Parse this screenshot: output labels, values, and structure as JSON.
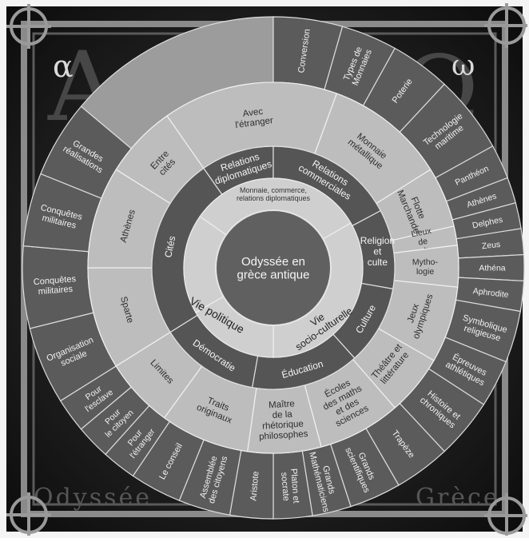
{
  "decor": {
    "alpha": "α",
    "omega": "ω",
    "alpha_big": "A",
    "omega_big": "Ω",
    "bottom_left": "Odyssée",
    "bottom_right": "Grèce"
  },
  "center": {
    "title": "Odyssée en grèce antique",
    "lines": [
      "Odyssée en",
      "grèce antique"
    ]
  },
  "ring2": {
    "left": "Vie politique",
    "right_lines": [
      "Vie",
      "socio-culturelle"
    ],
    "top_lines": [
      "Monnaie, commerce,",
      "relations diplomatiques"
    ]
  },
  "ring3": [
    {
      "lines": [
        "Relations",
        "diplomatiques"
      ]
    },
    {
      "lines": [
        "Relations",
        "commerciales"
      ]
    },
    {
      "lines": [
        "Religion",
        "et",
        "culte"
      ]
    },
    {
      "lines": [
        "Culture"
      ]
    },
    {
      "lines": [
        "Éducation"
      ]
    },
    {
      "lines": [
        "Démocratie"
      ]
    },
    {
      "lines": [
        "Cités"
      ]
    }
  ],
  "ring4": [
    {
      "lines": [
        "Avec",
        "l'étranger"
      ]
    },
    {
      "lines": [
        "Monnaie",
        "métallique"
      ]
    },
    {
      "lines": [
        "Flotte",
        "Marchande"
      ]
    },
    {
      "lines": [
        "Lieux",
        "de",
        "culte"
      ]
    },
    {
      "lines": [
        "Mytho-",
        "logie"
      ]
    },
    {
      "lines": [
        "Jeux",
        "olympiques"
      ]
    },
    {
      "lines": [
        "Théâtre et",
        "littérature"
      ]
    },
    {
      "lines": [
        "Écoles",
        "des maths",
        "et des",
        "sciences"
      ]
    },
    {
      "lines": [
        "Maître",
        "de la",
        "rhétorique",
        "philosophes"
      ]
    },
    {
      "lines": [
        "Traits",
        "originaux"
      ]
    },
    {
      "lines": [
        "Limites"
      ]
    },
    {
      "lines": [
        "Sparte"
      ]
    },
    {
      "lines": [
        "Athènes"
      ]
    },
    {
      "lines": [
        "Entre",
        "cités"
      ]
    }
  ],
  "ring5": [
    {
      "lines": [
        "Conversion"
      ]
    },
    {
      "lines": [
        "Types de",
        "Monnaies"
      ]
    },
    {
      "lines": [
        "Poterie"
      ]
    },
    {
      "lines": [
        "Technologie",
        "maritime"
      ]
    },
    {
      "lines": [
        "Panthéon"
      ]
    },
    {
      "lines": [
        "Athènes"
      ]
    },
    {
      "lines": [
        "Delphes"
      ]
    },
    {
      "lines": [
        "Zeus"
      ]
    },
    {
      "lines": [
        "Athéna"
      ]
    },
    {
      "lines": [
        "Aphrodite"
      ]
    },
    {
      "lines": [
        "Symbolique",
        "religieuse"
      ]
    },
    {
      "lines": [
        "Épreuves",
        "athlétiques"
      ]
    },
    {
      "lines": [
        "Histoire et",
        "chroniques"
      ]
    },
    {
      "lines": [
        "Trapèze"
      ]
    },
    {
      "lines": [
        "Grands",
        "scientifiques"
      ]
    },
    {
      "lines": [
        "Grands",
        "Mathématiciens"
      ]
    },
    {
      "lines": [
        "Platon et",
        "socrate"
      ]
    },
    {
      "lines": [
        "Aristote"
      ]
    },
    {
      "lines": [
        "Assemblée",
        "des citoyens"
      ]
    },
    {
      "lines": [
        "Le conseil"
      ]
    },
    {
      "lines": [
        "Pour",
        "l'étranger"
      ]
    },
    {
      "lines": [
        "Pour",
        "le citoyen"
      ]
    },
    {
      "lines": [
        "Pour",
        "l'esclave"
      ]
    },
    {
      "lines": [
        "Organisation",
        "sociale"
      ]
    },
    {
      "lines": [
        "Conquêtes",
        "militaires"
      ]
    },
    {
      "lines": [
        "Conquêtes",
        "militaires"
      ]
    },
    {
      "lines": [
        "Grandes",
        "réalisations"
      ]
    }
  ]
}
